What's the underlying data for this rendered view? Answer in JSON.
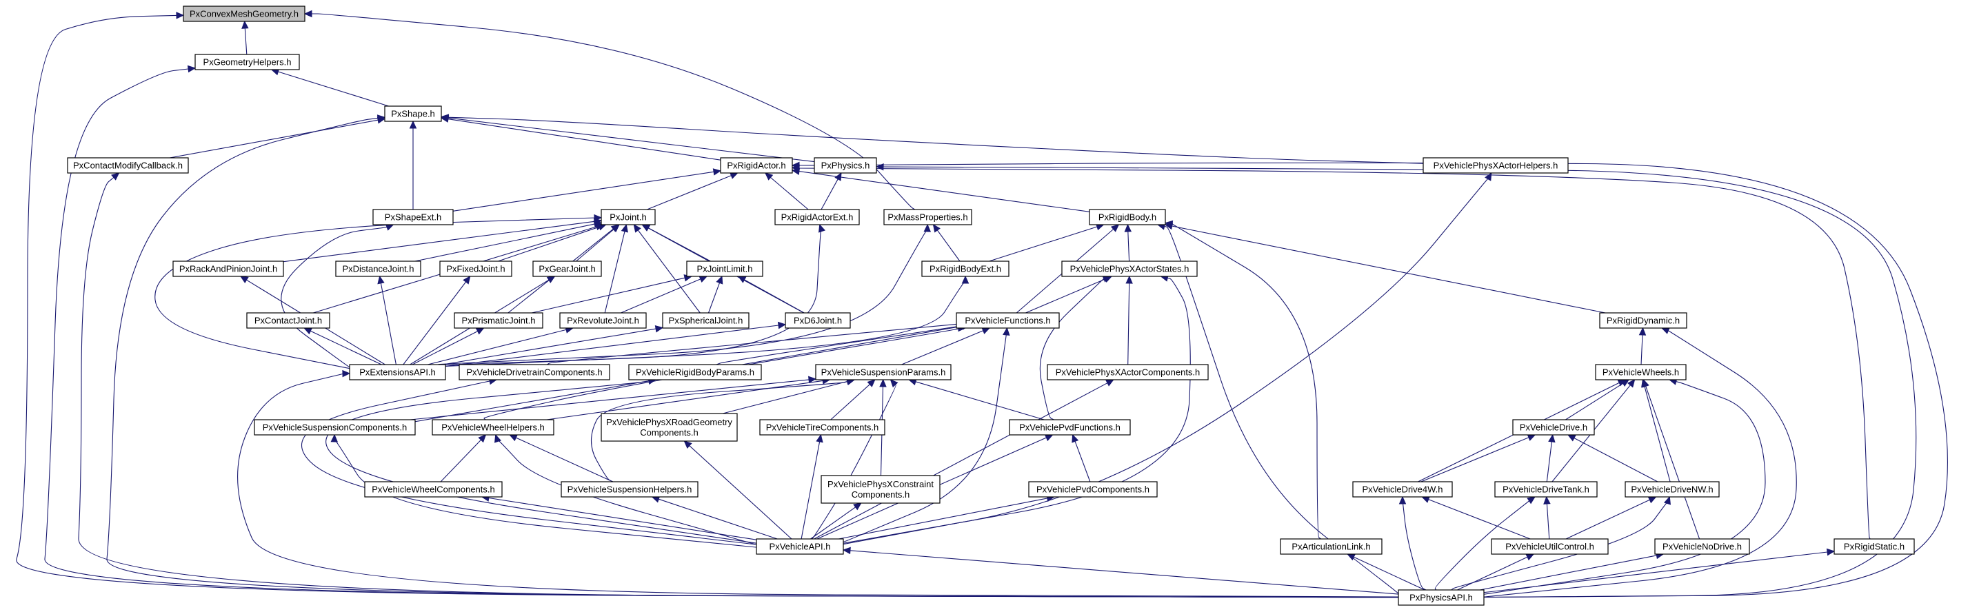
{
  "diagram": {
    "type": "include-dependency-graph",
    "colors": {
      "edge": "#191970",
      "root_fill": "#bfbfbf",
      "node_fill": "#ffffff",
      "node_border": "#000000"
    },
    "nodes": [
      {
        "id": "convexmesh",
        "lines": [
          "PxConvexMeshGeometry.h"
        ],
        "root": true
      },
      {
        "id": "geomhelpers",
        "lines": [
          "PxGeometryHelpers.h"
        ]
      },
      {
        "id": "shape",
        "lines": [
          "PxShape.h"
        ]
      },
      {
        "id": "contactmodify",
        "lines": [
          "PxContactModifyCallback.h"
        ]
      },
      {
        "id": "rigidactor",
        "lines": [
          "PxRigidActor.h"
        ]
      },
      {
        "id": "physics",
        "lines": [
          "PxPhysics.h"
        ]
      },
      {
        "id": "vpxactorhelpers",
        "lines": [
          "PxVehiclePhysXActorHelpers.h"
        ]
      },
      {
        "id": "shapeext",
        "lines": [
          "PxShapeExt.h"
        ]
      },
      {
        "id": "joint",
        "lines": [
          "PxJoint.h"
        ]
      },
      {
        "id": "rigidactorext",
        "lines": [
          "PxRigidActorExt.h"
        ]
      },
      {
        "id": "massprops",
        "lines": [
          "PxMassProperties.h"
        ]
      },
      {
        "id": "rigidbody",
        "lines": [
          "PxRigidBody.h"
        ]
      },
      {
        "id": "rackpinion",
        "lines": [
          "PxRackAndPinionJoint.h"
        ]
      },
      {
        "id": "distance",
        "lines": [
          "PxDistanceJoint.h"
        ]
      },
      {
        "id": "fixed",
        "lines": [
          "PxFixedJoint.h"
        ]
      },
      {
        "id": "gear",
        "lines": [
          "PxGearJoint.h"
        ]
      },
      {
        "id": "jointlimit",
        "lines": [
          "PxJointLimit.h"
        ]
      },
      {
        "id": "rigidbodyext",
        "lines": [
          "PxRigidBodyExt.h"
        ]
      },
      {
        "id": "vpxactorstates",
        "lines": [
          "PxVehiclePhysXActorStates.h"
        ]
      },
      {
        "id": "contactjoint",
        "lines": [
          "PxContactJoint.h"
        ]
      },
      {
        "id": "prismatic",
        "lines": [
          "PxPrismaticJoint.h"
        ]
      },
      {
        "id": "revolute",
        "lines": [
          "PxRevoluteJoint.h"
        ]
      },
      {
        "id": "spherical",
        "lines": [
          "PxSphericalJoint.h"
        ]
      },
      {
        "id": "d6",
        "lines": [
          "PxD6Joint.h"
        ]
      },
      {
        "id": "vfunctions",
        "lines": [
          "PxVehicleFunctions.h"
        ]
      },
      {
        "id": "rigiddynamic",
        "lines": [
          "PxRigidDynamic.h"
        ]
      },
      {
        "id": "extensions",
        "lines": [
          "PxExtensionsAPI.h"
        ]
      },
      {
        "id": "vdrivetraincomp",
        "lines": [
          "PxVehicleDrivetrainComponents.h"
        ]
      },
      {
        "id": "vrigidbodyparams",
        "lines": [
          "PxVehicleRigidBodyParams.h"
        ]
      },
      {
        "id": "vsuspparams",
        "lines": [
          "PxVehicleSuspensionParams.h"
        ]
      },
      {
        "id": "vpxactorcomp",
        "lines": [
          "PxVehiclePhysXActorComponents.h"
        ]
      },
      {
        "id": "vwheels",
        "lines": [
          "PxVehicleWheels.h"
        ]
      },
      {
        "id": "vsuspcomp",
        "lines": [
          "PxVehicleSuspensionComponents.h"
        ]
      },
      {
        "id": "vwheelhelpers",
        "lines": [
          "PxVehicleWheelHelpers.h"
        ]
      },
      {
        "id": "vpxroadgeom",
        "lines": [
          "PxVehiclePhysXRoadGeometry",
          "Components.h"
        ]
      },
      {
        "id": "vtirecomp",
        "lines": [
          "PxVehicleTireComponents.h"
        ]
      },
      {
        "id": "vpvdfunctions",
        "lines": [
          "PxVehiclePvdFunctions.h"
        ]
      },
      {
        "id": "vdrive",
        "lines": [
          "PxVehicleDrive.h"
        ]
      },
      {
        "id": "vwheelcomp",
        "lines": [
          "PxVehicleWheelComponents.h"
        ]
      },
      {
        "id": "vsusphelpers",
        "lines": [
          "PxVehicleSuspensionHelpers.h"
        ]
      },
      {
        "id": "vpxconstraint",
        "lines": [
          "PxVehiclePhysXConstraint",
          "Components.h"
        ]
      },
      {
        "id": "vpvdcomp",
        "lines": [
          "PxVehiclePvdComponents.h"
        ]
      },
      {
        "id": "vdrive4w",
        "lines": [
          "PxVehicleDrive4W.h"
        ]
      },
      {
        "id": "vdrivetank",
        "lines": [
          "PxVehicleDriveTank.h"
        ]
      },
      {
        "id": "vdrivenw",
        "lines": [
          "PxVehicleDriveNW.h"
        ]
      },
      {
        "id": "vapi",
        "lines": [
          "PxVehicleAPI.h"
        ]
      },
      {
        "id": "articulation",
        "lines": [
          "PxArticulationLink.h"
        ]
      },
      {
        "id": "vutilcontrol",
        "lines": [
          "PxVehicleUtilControl.h"
        ]
      },
      {
        "id": "vnodrive",
        "lines": [
          "PxVehicleNoDrive.h"
        ]
      },
      {
        "id": "rigidstatic",
        "lines": [
          "PxRigidStatic.h"
        ]
      },
      {
        "id": "physicsapi",
        "lines": [
          "PxPhysicsAPI.h"
        ]
      }
    ],
    "edges": [
      [
        "geomhelpers",
        "convexmesh"
      ],
      [
        "massprops",
        "convexmesh"
      ],
      [
        "physicsapi",
        "convexmesh"
      ],
      [
        "shape",
        "geomhelpers"
      ],
      [
        "physicsapi",
        "geomhelpers"
      ],
      [
        "contactmodify",
        "shape"
      ],
      [
        "rigidactor",
        "shape"
      ],
      [
        "physics",
        "shape"
      ],
      [
        "vpxactorhelpers",
        "shape"
      ],
      [
        "shapeext",
        "shape"
      ],
      [
        "physicsapi",
        "shape"
      ],
      [
        "physicsapi",
        "contactmodify"
      ],
      [
        "physics",
        "rigidactor"
      ],
      [
        "shapeext",
        "rigidactor"
      ],
      [
        "joint",
        "rigidactor"
      ],
      [
        "rigidactorext",
        "rigidactor"
      ],
      [
        "rigidbody",
        "rigidactor"
      ],
      [
        "rigidstatic",
        "rigidactor"
      ],
      [
        "physicsapi",
        "rigidactor"
      ],
      [
        "rigidactorext",
        "physics"
      ],
      [
        "physicsapi",
        "physics"
      ],
      [
        "vapi",
        "vpxactorhelpers"
      ],
      [
        "extensions",
        "shapeext"
      ],
      [
        "rackpinion",
        "joint"
      ],
      [
        "distance",
        "joint"
      ],
      [
        "fixed",
        "joint"
      ],
      [
        "gear",
        "joint"
      ],
      [
        "jointlimit",
        "joint"
      ],
      [
        "contactjoint",
        "joint"
      ],
      [
        "prismatic",
        "joint"
      ],
      [
        "revolute",
        "joint"
      ],
      [
        "spherical",
        "joint"
      ],
      [
        "d6",
        "joint"
      ],
      [
        "extensions",
        "joint"
      ],
      [
        "extensions",
        "rigidactorext"
      ],
      [
        "rigidbodyext",
        "massprops"
      ],
      [
        "extensions",
        "massprops"
      ],
      [
        "rigidbodyext",
        "rigidbody"
      ],
      [
        "vpxactorstates",
        "rigidbody"
      ],
      [
        "vfunctions",
        "rigidbody"
      ],
      [
        "rigiddynamic",
        "rigidbody"
      ],
      [
        "articulation",
        "rigidbody"
      ],
      [
        "physicsapi",
        "rigidbody"
      ],
      [
        "extensions",
        "rackpinion"
      ],
      [
        "extensions",
        "distance"
      ],
      [
        "extensions",
        "fixed"
      ],
      [
        "extensions",
        "gear"
      ],
      [
        "prismatic",
        "jointlimit"
      ],
      [
        "revolute",
        "jointlimit"
      ],
      [
        "spherical",
        "jointlimit"
      ],
      [
        "d6",
        "jointlimit"
      ],
      [
        "extensions",
        "rigidbodyext"
      ],
      [
        "vfunctions",
        "vpxactorstates"
      ],
      [
        "vpxactorcomp",
        "vpxactorstates"
      ],
      [
        "vpvdfunctions",
        "vpxactorstates"
      ],
      [
        "vapi",
        "vpxactorstates"
      ],
      [
        "extensions",
        "contactjoint"
      ],
      [
        "extensions",
        "prismatic"
      ],
      [
        "extensions",
        "revolute"
      ],
      [
        "extensions",
        "spherical"
      ],
      [
        "extensions",
        "d6"
      ],
      [
        "vsuspparams",
        "vfunctions"
      ],
      [
        "vdrivetraincomp",
        "vfunctions"
      ],
      [
        "vrigidbodyparams",
        "vfunctions"
      ],
      [
        "vsuspcomp",
        "vfunctions"
      ],
      [
        "vwheelhelpers",
        "vfunctions"
      ],
      [
        "vapi",
        "vfunctions"
      ],
      [
        "vwheels",
        "rigiddynamic"
      ],
      [
        "physicsapi",
        "rigiddynamic"
      ],
      [
        "physicsapi",
        "extensions"
      ],
      [
        "vapi",
        "vdrivetraincomp"
      ],
      [
        "vapi",
        "vrigidbodyparams"
      ],
      [
        "vsuspcomp",
        "vsuspparams"
      ],
      [
        "vwheelhelpers",
        "vsuspparams"
      ],
      [
        "vpxroadgeom",
        "vsuspparams"
      ],
      [
        "vtirecomp",
        "vsuspparams"
      ],
      [
        "vpvdfunctions",
        "vsuspparams"
      ],
      [
        "vsusphelpers",
        "vsuspparams"
      ],
      [
        "vpxconstraint",
        "vsuspparams"
      ],
      [
        "vapi",
        "vsuspparams"
      ],
      [
        "vapi",
        "vpxactorcomp"
      ],
      [
        "vdrive",
        "vwheels"
      ],
      [
        "vdrive4w",
        "vwheels"
      ],
      [
        "vdrivetank",
        "vwheels"
      ],
      [
        "vdrivenw",
        "vwheels"
      ],
      [
        "vnodrive",
        "vwheels"
      ],
      [
        "physicsapi",
        "vwheels"
      ],
      [
        "vapi",
        "vsuspcomp"
      ],
      [
        "vwheelcomp",
        "vwheelhelpers"
      ],
      [
        "vsusphelpers",
        "vwheelhelpers"
      ],
      [
        "vapi",
        "vwheelhelpers"
      ],
      [
        "vapi",
        "vpxroadgeom"
      ],
      [
        "vapi",
        "vtirecomp"
      ],
      [
        "vpvdcomp",
        "vpvdfunctions"
      ],
      [
        "vapi",
        "vpvdfunctions"
      ],
      [
        "vdrive4w",
        "vdrive"
      ],
      [
        "vdrivetank",
        "vdrive"
      ],
      [
        "vdrivenw",
        "vdrive"
      ],
      [
        "vapi",
        "vwheelcomp"
      ],
      [
        "vapi",
        "vsusphelpers"
      ],
      [
        "vapi",
        "vpxconstraint"
      ],
      [
        "vapi",
        "vpvdcomp"
      ],
      [
        "vutilcontrol",
        "vdrive4w"
      ],
      [
        "physicsapi",
        "vdrive4w"
      ],
      [
        "vutilcontrol",
        "vdrivetank"
      ],
      [
        "physicsapi",
        "vdrivetank"
      ],
      [
        "vutilcontrol",
        "vdrivenw"
      ],
      [
        "physicsapi",
        "vdrivenw"
      ],
      [
        "physicsapi",
        "vapi"
      ],
      [
        "physicsapi",
        "articulation"
      ],
      [
        "physicsapi",
        "vutilcontrol"
      ],
      [
        "physicsapi",
        "vnodrive"
      ],
      [
        "physicsapi",
        "rigidstatic"
      ]
    ]
  }
}
